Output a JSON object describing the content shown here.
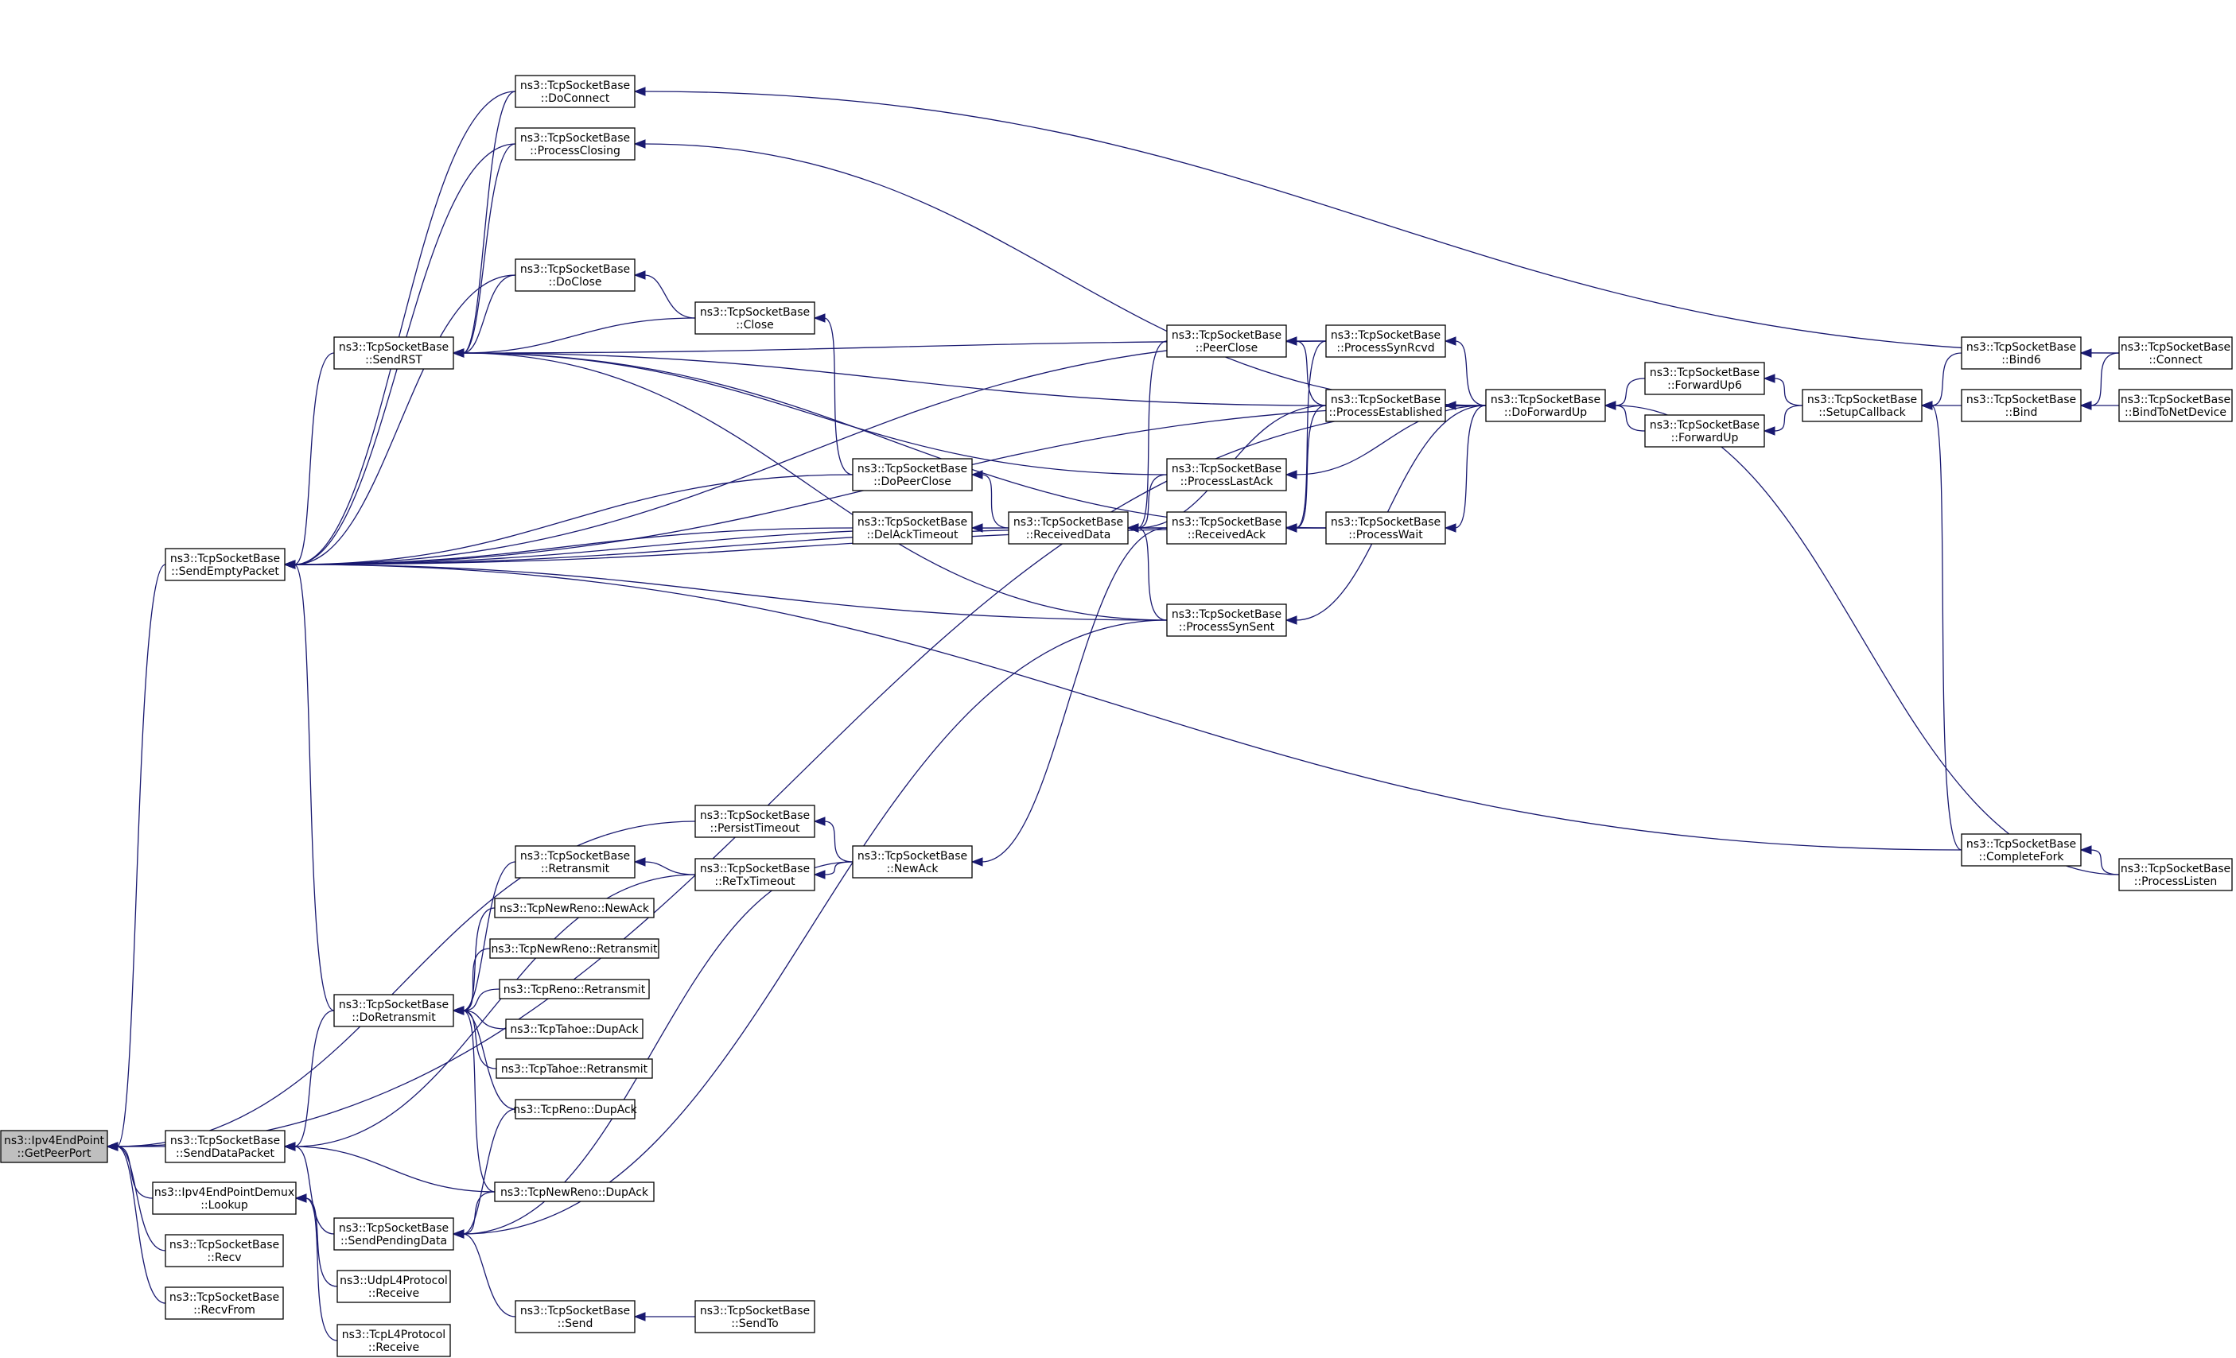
{
  "graph": {
    "type": "call-graph",
    "colors": {
      "edge": "#191970",
      "root_fill": "#bfbfbf",
      "node_fill": "#ffffff",
      "node_border": "#000000"
    },
    "nodes": [
      {
        "id": "GetPeerPort",
        "lines": [
          "ns3::Ipv4EndPoint",
          "::GetPeerPort"
        ],
        "root": true
      },
      {
        "id": "SendEmptyPacket",
        "lines": [
          "ns3::TcpSocketBase",
          "::SendEmptyPacket"
        ]
      },
      {
        "id": "SendDataPacket",
        "lines": [
          "ns3::TcpSocketBase",
          "::SendDataPacket"
        ]
      },
      {
        "id": "Lookup",
        "lines": [
          "ns3::Ipv4EndPointDemux",
          "::Lookup"
        ]
      },
      {
        "id": "Recv",
        "lines": [
          "ns3::TcpSocketBase",
          "::Recv"
        ]
      },
      {
        "id": "RecvFrom",
        "lines": [
          "ns3::TcpSocketBase",
          "::RecvFrom"
        ]
      },
      {
        "id": "SendRST",
        "lines": [
          "ns3::TcpSocketBase",
          "::SendRST"
        ]
      },
      {
        "id": "DoRetransmit",
        "lines": [
          "ns3::TcpSocketBase",
          "::DoRetransmit"
        ]
      },
      {
        "id": "SendPendingData",
        "lines": [
          "ns3::TcpSocketBase",
          "::SendPendingData"
        ]
      },
      {
        "id": "UdpReceive",
        "lines": [
          "ns3::UdpL4Protocol",
          "::Receive"
        ]
      },
      {
        "id": "TcpReceive",
        "lines": [
          "ns3::TcpL4Protocol",
          "::Receive"
        ]
      },
      {
        "id": "DoConnect",
        "lines": [
          "ns3::TcpSocketBase",
          "::DoConnect"
        ]
      },
      {
        "id": "ProcessClosing",
        "lines": [
          "ns3::TcpSocketBase",
          "::ProcessClosing"
        ]
      },
      {
        "id": "DoClose",
        "lines": [
          "ns3::TcpSocketBase",
          "::DoClose"
        ]
      },
      {
        "id": "Retransmit",
        "lines": [
          "ns3::TcpSocketBase",
          "::Retransmit"
        ]
      },
      {
        "id": "NRNewAck",
        "lines": [
          "ns3::TcpNewReno::NewAck"
        ]
      },
      {
        "id": "NRRetransmit",
        "lines": [
          "ns3::TcpNewReno::Retransmit"
        ]
      },
      {
        "id": "RenoRetransmit",
        "lines": [
          "ns3::TcpReno::Retransmit"
        ]
      },
      {
        "id": "TahoeDupAck",
        "lines": [
          "ns3::TcpTahoe::DupAck"
        ]
      },
      {
        "id": "TahoeRetransmit",
        "lines": [
          "ns3::TcpTahoe::Retransmit"
        ]
      },
      {
        "id": "RenoDupAck",
        "lines": [
          "ns3::TcpReno::DupAck"
        ]
      },
      {
        "id": "NRDupAck",
        "lines": [
          "ns3::TcpNewReno::DupAck"
        ]
      },
      {
        "id": "Send",
        "lines": [
          "ns3::TcpSocketBase",
          "::Send"
        ]
      },
      {
        "id": "Close",
        "lines": [
          "ns3::TcpSocketBase",
          "::Close"
        ]
      },
      {
        "id": "PersistTimeout",
        "lines": [
          "ns3::TcpSocketBase",
          "::PersistTimeout"
        ]
      },
      {
        "id": "ReTxTimeout",
        "lines": [
          "ns3::TcpSocketBase",
          "::ReTxTimeout"
        ]
      },
      {
        "id": "SendTo",
        "lines": [
          "ns3::TcpSocketBase",
          "::SendTo"
        ]
      },
      {
        "id": "DoPeerClose",
        "lines": [
          "ns3::TcpSocketBase",
          "::DoPeerClose"
        ]
      },
      {
        "id": "DelAckTimeout",
        "lines": [
          "ns3::TcpSocketBase",
          "::DelAckTimeout"
        ]
      },
      {
        "id": "NewAck",
        "lines": [
          "ns3::TcpSocketBase",
          "::NewAck"
        ]
      },
      {
        "id": "ReceivedData",
        "lines": [
          "ns3::TcpSocketBase",
          "::ReceivedData"
        ]
      },
      {
        "id": "PeerClose",
        "lines": [
          "ns3::TcpSocketBase",
          "::PeerClose"
        ]
      },
      {
        "id": "ProcessLastAck",
        "lines": [
          "ns3::TcpSocketBase",
          "::ProcessLastAck"
        ]
      },
      {
        "id": "ReceivedAck",
        "lines": [
          "ns3::TcpSocketBase",
          "::ReceivedAck"
        ]
      },
      {
        "id": "ProcessSynSent",
        "lines": [
          "ns3::TcpSocketBase",
          "::ProcessSynSent"
        ]
      },
      {
        "id": "ProcessSynRcvd",
        "lines": [
          "ns3::TcpSocketBase",
          "::ProcessSynRcvd"
        ]
      },
      {
        "id": "ProcessEstablished",
        "lines": [
          "ns3::TcpSocketBase",
          "::ProcessEstablished"
        ]
      },
      {
        "id": "ProcessWait",
        "lines": [
          "ns3::TcpSocketBase",
          "::ProcessWait"
        ]
      },
      {
        "id": "DoForwardUp",
        "lines": [
          "ns3::TcpSocketBase",
          "::DoForwardUp"
        ]
      },
      {
        "id": "ForwardUp6",
        "lines": [
          "ns3::TcpSocketBase",
          "::ForwardUp6"
        ]
      },
      {
        "id": "ForwardUp",
        "lines": [
          "ns3::TcpSocketBase",
          "::ForwardUp"
        ]
      },
      {
        "id": "SetupCallback",
        "lines": [
          "ns3::TcpSocketBase",
          "::SetupCallback"
        ]
      },
      {
        "id": "Bind6",
        "lines": [
          "ns3::TcpSocketBase",
          "::Bind6"
        ]
      },
      {
        "id": "Bind",
        "lines": [
          "ns3::TcpSocketBase",
          "::Bind"
        ]
      },
      {
        "id": "CompleteFork",
        "lines": [
          "ns3::TcpSocketBase",
          "::CompleteFork"
        ]
      },
      {
        "id": "Connect",
        "lines": [
          "ns3::TcpSocketBase",
          "::Connect"
        ]
      },
      {
        "id": "BindToNetDevice",
        "lines": [
          "ns3::TcpSocketBase",
          "::BindToNetDevice"
        ]
      },
      {
        "id": "ProcessListen",
        "lines": [
          "ns3::TcpSocketBase",
          "::ProcessListen"
        ]
      }
    ],
    "edges": [
      [
        "SendEmptyPacket",
        "GetPeerPort"
      ],
      [
        "SendDataPacket",
        "GetPeerPort"
      ],
      [
        "Lookup",
        "GetPeerPort"
      ],
      [
        "Recv",
        "GetPeerPort"
      ],
      [
        "RecvFrom",
        "GetPeerPort"
      ],
      [
        "PersistTimeout",
        "GetPeerPort"
      ],
      [
        "DoForwardUp",
        "GetPeerPort"
      ],
      [
        "SendRST",
        "SendEmptyPacket"
      ],
      [
        "DoRetransmit",
        "SendEmptyPacket"
      ],
      [
        "DoConnect",
        "SendEmptyPacket"
      ],
      [
        "ProcessClosing",
        "SendEmptyPacket"
      ],
      [
        "DoClose",
        "SendEmptyPacket"
      ],
      [
        "DoPeerClose",
        "SendEmptyPacket"
      ],
      [
        "DelAckTimeout",
        "SendEmptyPacket"
      ],
      [
        "ReceivedData",
        "SendEmptyPacket"
      ],
      [
        "ProcessSynSent",
        "SendEmptyPacket"
      ],
      [
        "ProcessWait",
        "SendEmptyPacket"
      ],
      [
        "ProcessSynRcvd",
        "SendEmptyPacket"
      ],
      [
        "CompleteFork",
        "SendEmptyPacket"
      ],
      [
        "ReceivedAck",
        "SendEmptyPacket"
      ],
      [
        "DoForwardUp",
        "SendEmptyPacket"
      ],
      [
        "DoConnect",
        "SendRST"
      ],
      [
        "ProcessClosing",
        "SendRST"
      ],
      [
        "DoClose",
        "SendRST"
      ],
      [
        "Close",
        "SendRST"
      ],
      [
        "ProcessSynRcvd",
        "SendRST"
      ],
      [
        "ProcessEstablished",
        "SendRST"
      ],
      [
        "ProcessLastAck",
        "SendRST"
      ],
      [
        "ProcessWait",
        "SendRST"
      ],
      [
        "ProcessSynSent",
        "SendRST"
      ],
      [
        "DoRetransmit",
        "SendDataPacket"
      ],
      [
        "SendPendingData",
        "SendDataPacket"
      ],
      [
        "ReTxTimeout",
        "SendDataPacket"
      ],
      [
        "NRDupAck",
        "SendDataPacket"
      ],
      [
        "Retransmit",
        "DoRetransmit"
      ],
      [
        "NRNewAck",
        "DoRetransmit"
      ],
      [
        "NRRetransmit",
        "DoRetransmit"
      ],
      [
        "RenoRetransmit",
        "DoRetransmit"
      ],
      [
        "TahoeDupAck",
        "DoRetransmit"
      ],
      [
        "TahoeRetransmit",
        "DoRetransmit"
      ],
      [
        "RenoDupAck",
        "DoRetransmit"
      ],
      [
        "NRDupAck",
        "DoRetransmit"
      ],
      [
        "RenoDupAck",
        "SendPendingData"
      ],
      [
        "NRDupAck",
        "SendPendingData"
      ],
      [
        "Send",
        "SendPendingData"
      ],
      [
        "NewAck",
        "SendPendingData"
      ],
      [
        "ProcessSynSent",
        "SendPendingData"
      ],
      [
        "UdpReceive",
        "Lookup"
      ],
      [
        "TcpReceive",
        "Lookup"
      ],
      [
        "SendTo",
        "Send"
      ],
      [
        "Close",
        "DoClose"
      ],
      [
        "DoPeerClose",
        "Close"
      ],
      [
        "ReceivedData",
        "DoPeerClose"
      ],
      [
        "ReceivedData",
        "DelAckTimeout"
      ],
      [
        "ReTxTimeout",
        "Retransmit"
      ],
      [
        "NewAck",
        "ReTxTimeout"
      ],
      [
        "NewAck",
        "PersistTimeout"
      ],
      [
        "ReceivedAck",
        "NewAck"
      ],
      [
        "PeerClose",
        "ReceivedData"
      ],
      [
        "ProcessLastAck",
        "ReceivedData"
      ],
      [
        "ReceivedAck",
        "ReceivedData"
      ],
      [
        "ProcessSynSent",
        "ReceivedData"
      ],
      [
        "ProcessWait",
        "ReceivedData"
      ],
      [
        "ProcessEstablished",
        "ReceivedData"
      ],
      [
        "ProcessSynRcvd",
        "PeerClose"
      ],
      [
        "ProcessEstablished",
        "PeerClose"
      ],
      [
        "ProcessEstablished",
        "ReceivedAck"
      ],
      [
        "ProcessWait",
        "ReceivedAck"
      ],
      [
        "ProcessSynRcvd",
        "ReceivedAck"
      ],
      [
        "DoForwardUp",
        "ProcessSynRcvd"
      ],
      [
        "DoForwardUp",
        "ProcessEstablished"
      ],
      [
        "DoForwardUp",
        "ProcessWait"
      ],
      [
        "DoForwardUp",
        "ProcessSynSent"
      ],
      [
        "DoForwardUp",
        "ProcessLastAck"
      ],
      [
        "DoForwardUp",
        "ProcessClosing"
      ],
      [
        "ForwardUp6",
        "DoForwardUp"
      ],
      [
        "ForwardUp",
        "DoForwardUp"
      ],
      [
        "ProcessListen",
        "DoForwardUp"
      ],
      [
        "SetupCallback",
        "ForwardUp6"
      ],
      [
        "SetupCallback",
        "ForwardUp"
      ],
      [
        "Bind6",
        "SetupCallback"
      ],
      [
        "Bind",
        "SetupCallback"
      ],
      [
        "CompleteFork",
        "SetupCallback"
      ],
      [
        "Connect",
        "Bind6"
      ],
      [
        "Connect",
        "Bind"
      ],
      [
        "BindToNetDevice",
        "Bind"
      ],
      [
        "Connect",
        "DoConnect"
      ],
      [
        "ProcessListen",
        "CompleteFork"
      ]
    ]
  }
}
